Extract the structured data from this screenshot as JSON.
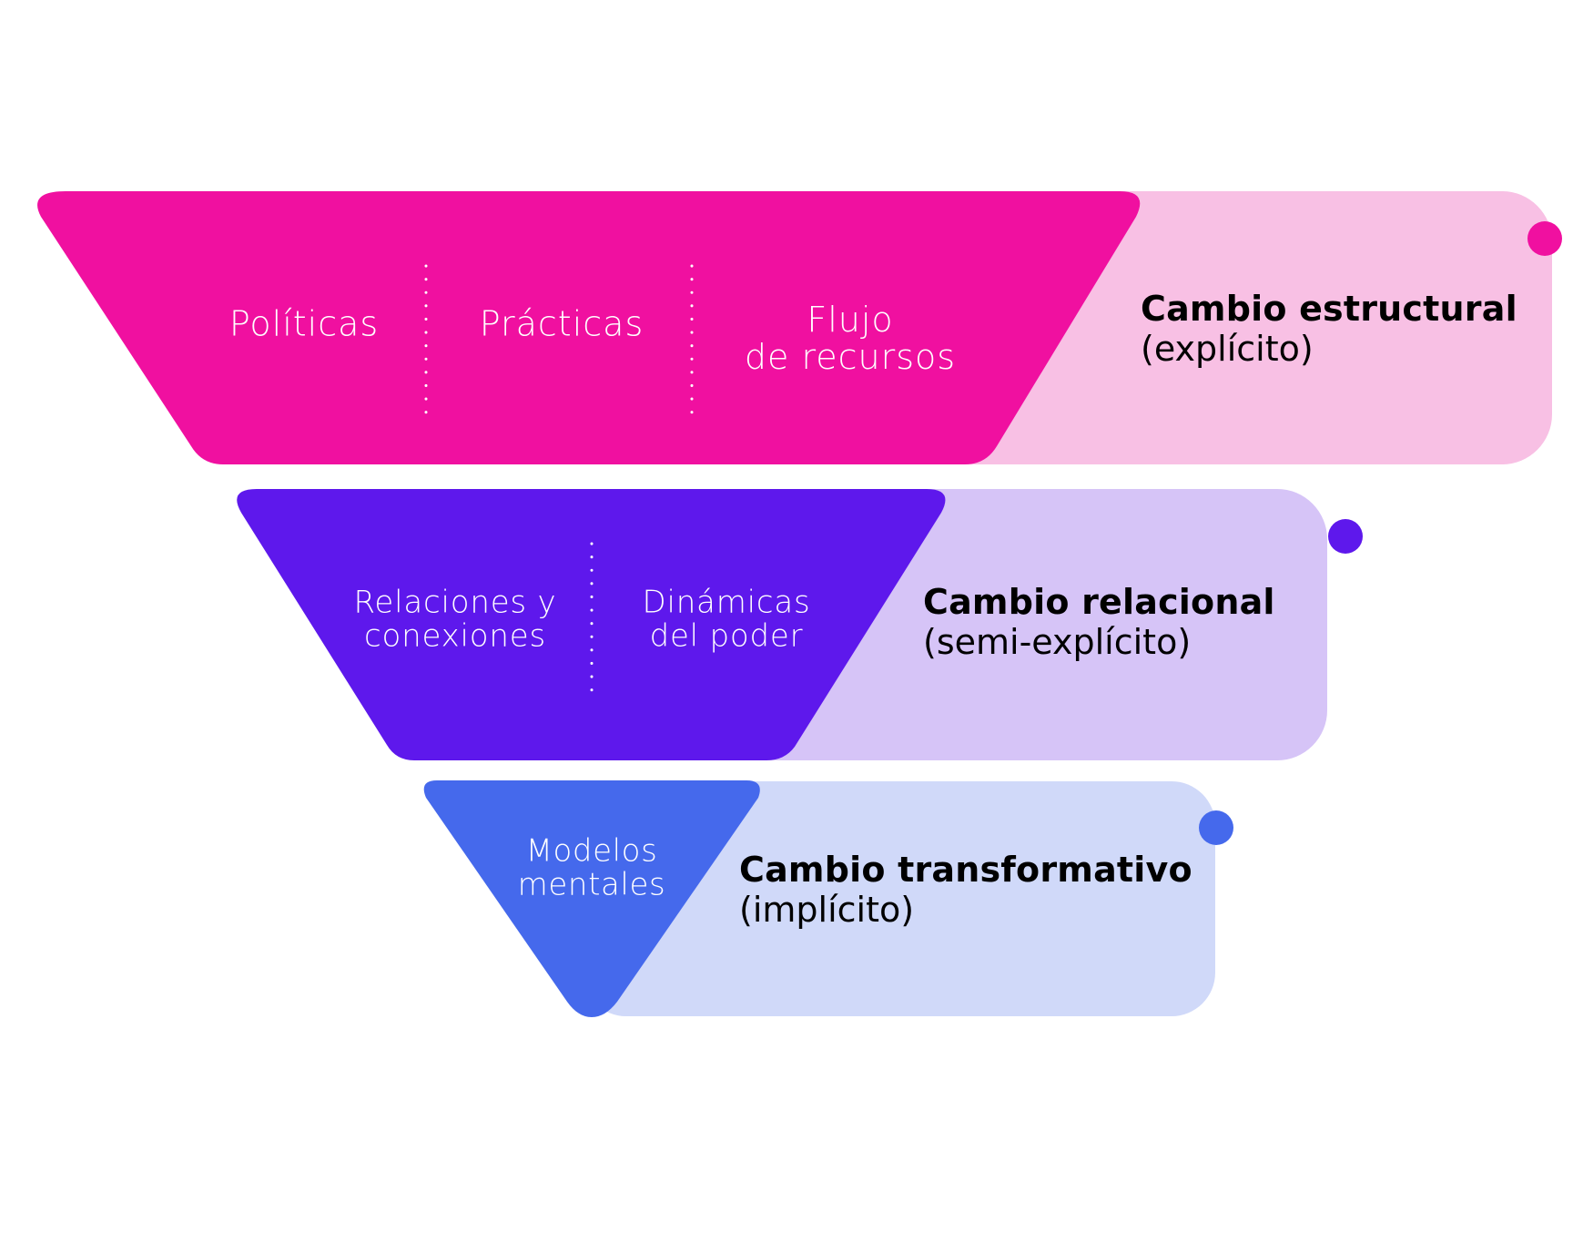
{
  "colors": {
    "tier1_dark": "#F010A0",
    "tier1_light": "#F8C0E4",
    "tier2_dark": "#5E18EC",
    "tier2_light": "#D6C4F7",
    "tier3_dark": "#4569EC",
    "tier3_light": "#D0D9F9",
    "inner_text": "#FFFFFF",
    "side_text": "#000000"
  },
  "tiers": [
    {
      "id": "structural",
      "title": "Cambio estructural",
      "subtitle": "(explícito)",
      "items": [
        "Políticas",
        "Prácticas",
        "Flujo\nde recursos"
      ]
    },
    {
      "id": "relational",
      "title": "Cambio relacional",
      "subtitle": "(semi-explícito)",
      "items": [
        "Relaciones y\nconexiones",
        "Dinámicas\ndel poder"
      ]
    },
    {
      "id": "transformative",
      "title": "Cambio transformativo",
      "subtitle": "(implícito)",
      "items": [
        "Modelos\nmentales"
      ]
    }
  ]
}
